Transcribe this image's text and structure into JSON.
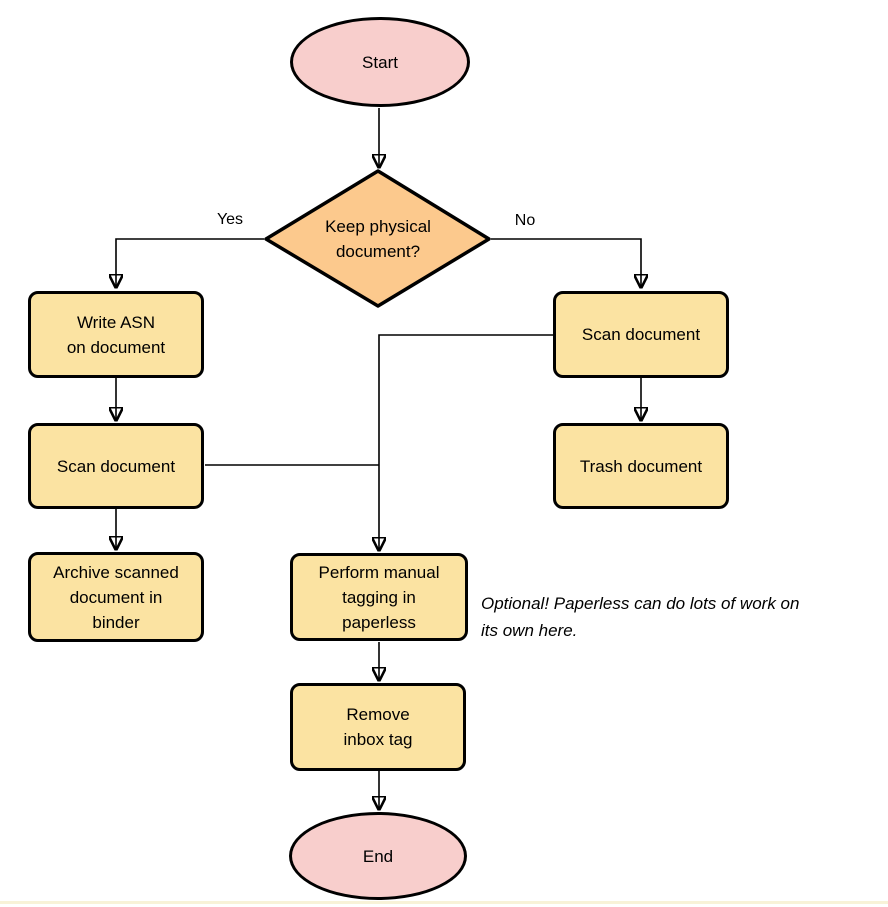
{
  "colors": {
    "background": "#ffffff",
    "terminal_fill": "#f8cecc",
    "decision_fill": "#fcc98d",
    "process_fill": "#fbe3a2",
    "stroke": "#000000",
    "bottom_strip": "#f8f2d8"
  },
  "nodes": {
    "start": {
      "type": "terminal",
      "label": "Start"
    },
    "decision": {
      "type": "decision",
      "label": "Keep physical\ndocument?"
    },
    "write_asn": {
      "type": "process",
      "label": "Write ASN\non document"
    },
    "scan_left": {
      "type": "process",
      "label": "Scan document"
    },
    "archive": {
      "type": "process",
      "label": "Archive scanned\ndocument in\nbinder"
    },
    "scan_right": {
      "type": "process",
      "label": "Scan document"
    },
    "trash": {
      "type": "process",
      "label": "Trash document"
    },
    "tagging": {
      "type": "process",
      "label": "Perform manual\ntagging in\npaperless"
    },
    "remove_inbox": {
      "type": "process",
      "label": "Remove\ninbox tag"
    },
    "end": {
      "type": "terminal",
      "label": "End"
    }
  },
  "edge_labels": {
    "yes": "Yes",
    "no": "No"
  },
  "annotation": {
    "text": "Optional! Paperless can do lots of work on\nits own here."
  }
}
